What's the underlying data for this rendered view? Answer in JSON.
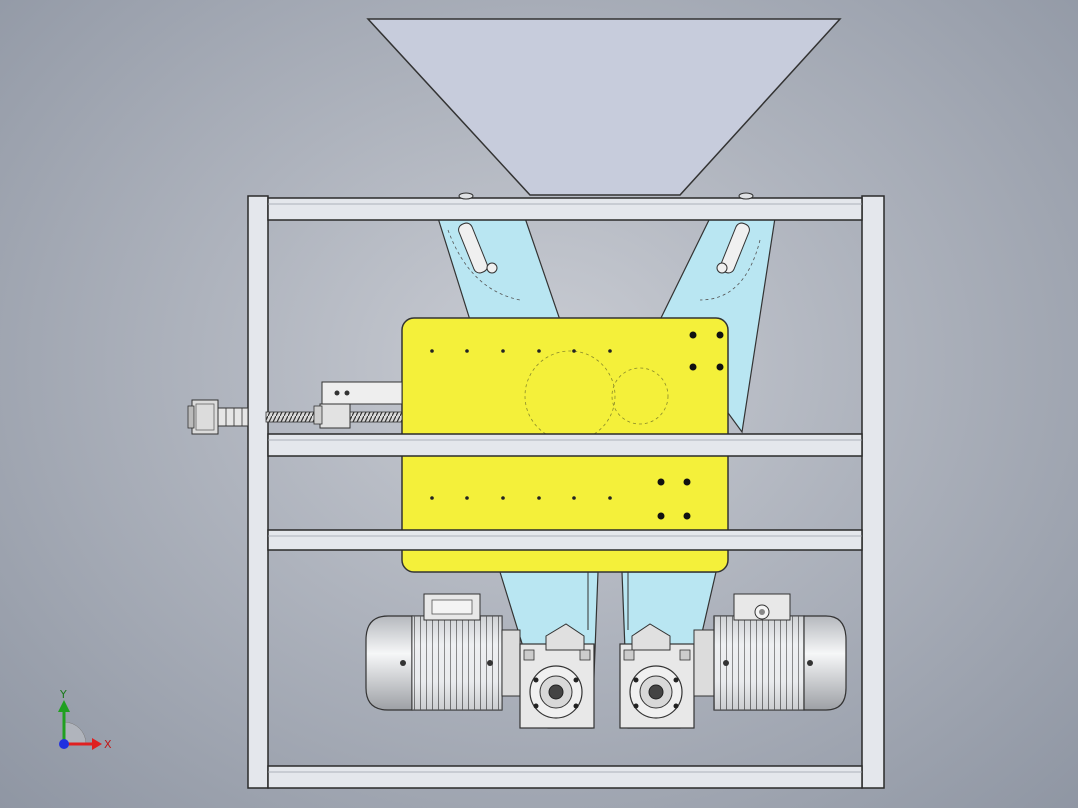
{
  "viewport": {
    "type": "cad-assembly-view",
    "background": "#aeb3bd"
  },
  "colors": {
    "frame": "#e4e7ec",
    "frame_edge": "#2a2a2a",
    "hopper": "#c7ccdc",
    "plate": "#f4f03a",
    "arm": "#b9e6f2",
    "motor": "#dfe1e4",
    "gearbox": "#e8e8e8",
    "axis_x": "#e02020",
    "axis_y": "#20a020",
    "axis_z": "#2030e0"
  },
  "triad": {
    "x_label": "X",
    "y_label": "Y"
  },
  "parts": [
    {
      "name": "hopper",
      "icon": "hopper-icon"
    },
    {
      "name": "frame",
      "icon": "frame-icon"
    },
    {
      "name": "mounting-plate",
      "icon": "plate-icon"
    },
    {
      "name": "swing-arms",
      "icon": "arm-icon"
    },
    {
      "name": "lead-screw",
      "icon": "screw-icon"
    },
    {
      "name": "stepper-motor",
      "icon": "stepper-icon"
    },
    {
      "name": "gear-motor-left",
      "icon": "motor-icon"
    },
    {
      "name": "gear-motor-right",
      "icon": "motor-icon"
    }
  ]
}
